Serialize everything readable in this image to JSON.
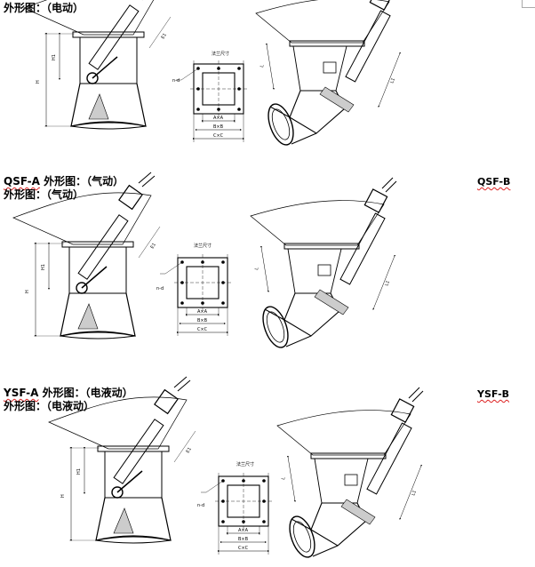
{
  "sections": [
    {
      "heading": "外形图：（电动）",
      "hasPrefix": false
    },
    {
      "prefix": "QSF-A",
      "heading": "外形图：（气动）",
      "right_label": "QSF-B",
      "sub_heading": "外形图：（气动）"
    },
    {
      "prefix": "YSF-A",
      "heading": "外形图：（电液动）",
      "right_label": "YSF-B",
      "sub_heading": "外形图：（电液动）"
    }
  ],
  "drawing_labels": {
    "title": "法兰尺寸",
    "aa": "A×A",
    "bb": "B×B",
    "cc": "C×C",
    "holes": "n-d",
    "h": "H",
    "h1": "H1",
    "l": "L",
    "l1": "L1",
    "e1": "E1"
  }
}
